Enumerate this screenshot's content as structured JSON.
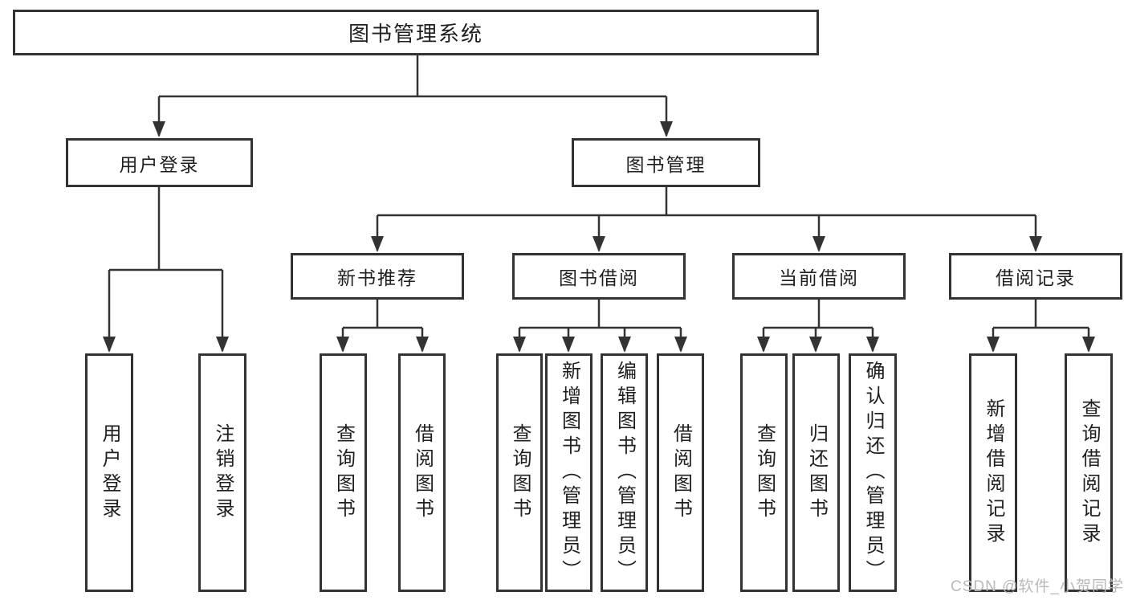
{
  "title": "图书管理系统",
  "tree": {
    "user_login": {
      "label": "用户登录",
      "children": [
        {
          "label": "用户登录"
        },
        {
          "label": "注销登录"
        }
      ]
    },
    "book_management": {
      "label": "图书管理",
      "children": [
        {
          "label": "新书推荐",
          "children": [
            {
              "label": "查询图书"
            },
            {
              "label": "借阅图书"
            }
          ]
        },
        {
          "label": "图书借阅",
          "children": [
            {
              "label": "查询图书"
            },
            {
              "label": "新增图书（管理员）"
            },
            {
              "label": "编辑图书（管理员）"
            },
            {
              "label": "借阅图书"
            }
          ]
        },
        {
          "label": "当前借阅",
          "children": [
            {
              "label": "查询图书"
            },
            {
              "label": "归还图书"
            },
            {
              "label": "确认归还（管理员）"
            }
          ]
        },
        {
          "label": "借阅记录",
          "children": [
            {
              "label": "新增借阅记录"
            },
            {
              "label": "查询借阅记录"
            }
          ]
        }
      ]
    }
  },
  "watermark": "CSDN @软件_小贺同学",
  "colors": {
    "line": "#333333",
    "text": "#1f1f1f",
    "watermark": "#b9b9b9",
    "background": "#ffffff"
  }
}
